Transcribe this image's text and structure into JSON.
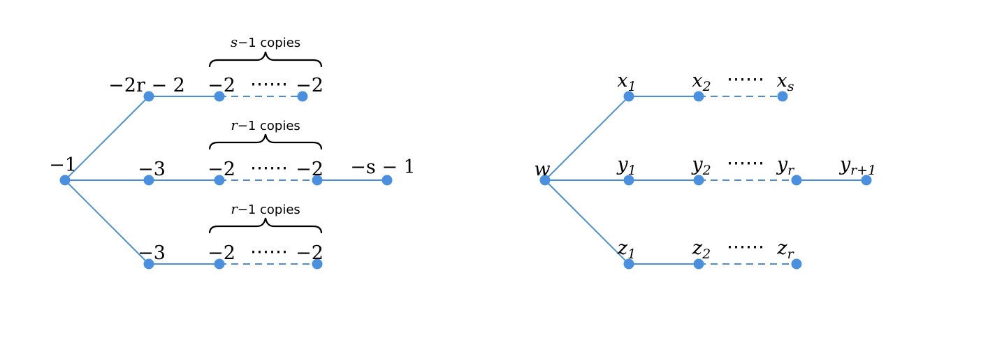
{
  "left_graph": {
    "center_label": "−1",
    "branch_top": {
      "first_label": "−2r − 2",
      "chain_start_label": "−2",
      "chain_end_label": "−2",
      "brace": {
        "var": "s",
        "text": "−1 copies"
      }
    },
    "branch_middle": {
      "first_label": "−3",
      "chain_start_label": "−2",
      "chain_end_label": "−2",
      "tail_label": "−s − 1",
      "brace": {
        "var": "r",
        "text": "−1 copies"
      }
    },
    "branch_bottom": {
      "first_label": "−3",
      "chain_start_label": "−2",
      "chain_end_label": "−2",
      "brace": {
        "var": "r",
        "text": "−1 copies"
      }
    },
    "dots": "⋯⋯"
  },
  "right_graph": {
    "center_label": "w",
    "branch_top": {
      "nodes": [
        {
          "base": "x",
          "sub": "1"
        },
        {
          "base": "x",
          "sub": "2"
        },
        {
          "base": "x",
          "sub": "s"
        }
      ]
    },
    "branch_middle": {
      "nodes": [
        {
          "base": "y",
          "sub": "1"
        },
        {
          "base": "y",
          "sub": "2"
        },
        {
          "base": "y",
          "sub": "r"
        },
        {
          "base": "y",
          "sub": "r+1"
        }
      ]
    },
    "branch_bottom": {
      "nodes": [
        {
          "base": "z",
          "sub": "1"
        },
        {
          "base": "z",
          "sub": "2"
        },
        {
          "base": "z",
          "sub": "r"
        }
      ]
    },
    "dots": "⋯⋯"
  },
  "colors": {
    "edge": "#4a90d9",
    "node": "#4a90e2",
    "text": "#000000"
  }
}
